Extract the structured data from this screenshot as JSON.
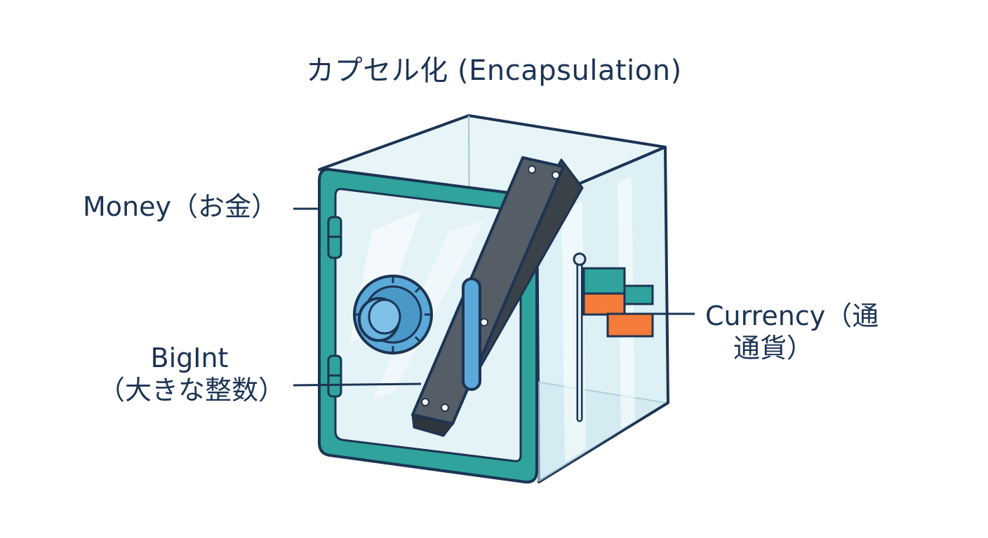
{
  "title": "カプセル化 (Encapsulation)",
  "labels": {
    "money": "Money（お金）",
    "bigint_line1": "BigInt",
    "bigint_line2": "（大きな整数）",
    "currency_line1": "Currency（通",
    "currency_line2": "通貨）"
  },
  "colors": {
    "outline": "#1c3454",
    "door_frame": "#2fa39c",
    "glass": "#d8eef4",
    "bar": "#525a63",
    "dial": "#5ba9d8",
    "flag_teal": "#2fa39c",
    "flag_orange": "#f47b3a"
  },
  "icons": {
    "safe": "glass-safe-icon",
    "dial": "combination-dial-icon",
    "bar": "metal-bar-icon",
    "flag": "flag-icon"
  }
}
